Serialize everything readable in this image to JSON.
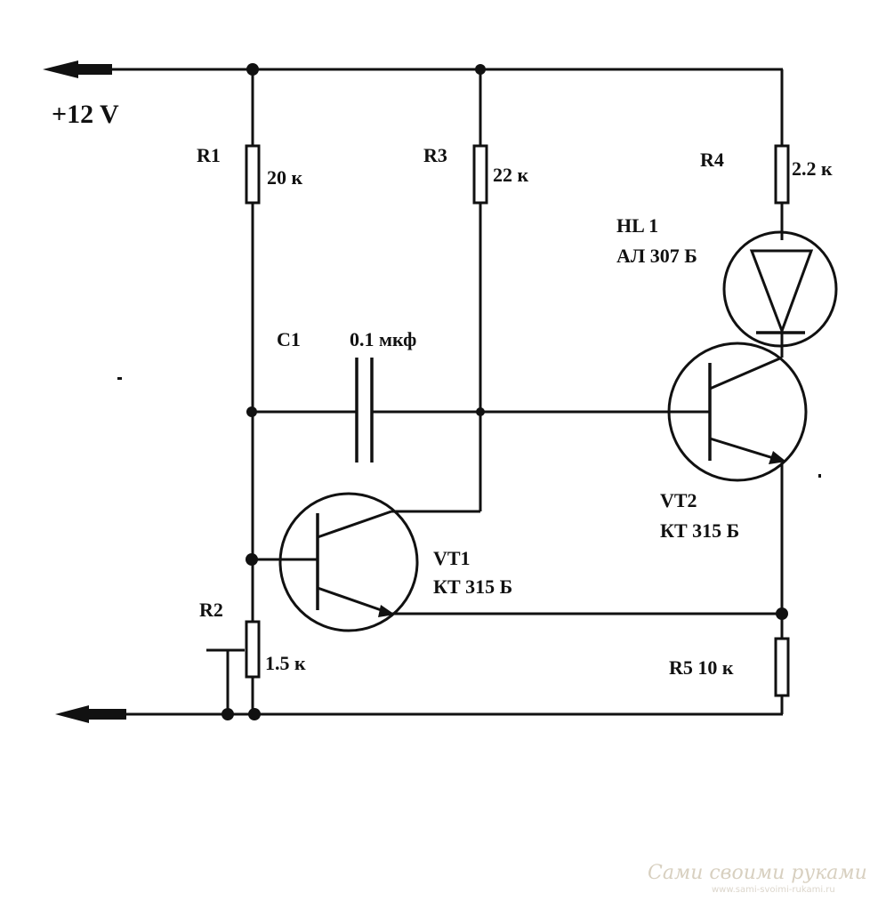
{
  "supply": {
    "voltage_label": "+12 V"
  },
  "components": {
    "r1": {
      "ref": "R1",
      "value": "20 к"
    },
    "r2": {
      "ref": "R2",
      "value": "1.5 к"
    },
    "r3": {
      "ref": "R3",
      "value": "22 к"
    },
    "r4": {
      "ref": "R4",
      "value": "2.2 к"
    },
    "r5": {
      "ref_value": "R5 10 к"
    },
    "c1": {
      "ref": "C1",
      "value": "0.1 мкф"
    },
    "hl1": {
      "ref": "HL 1",
      "part": "АЛ 307 Б"
    },
    "vt1": {
      "ref": "VT1",
      "part": "КТ 315 Б"
    },
    "vt2": {
      "ref": "VT2",
      "part": "КТ 315 Б"
    }
  },
  "watermark": {
    "title": "Сами своими руками",
    "url": "www.sami-svoimi-rukami.ru"
  },
  "colors": {
    "ink": "#111111",
    "background": "#ffffff",
    "watermark": "#d8d0c0"
  }
}
